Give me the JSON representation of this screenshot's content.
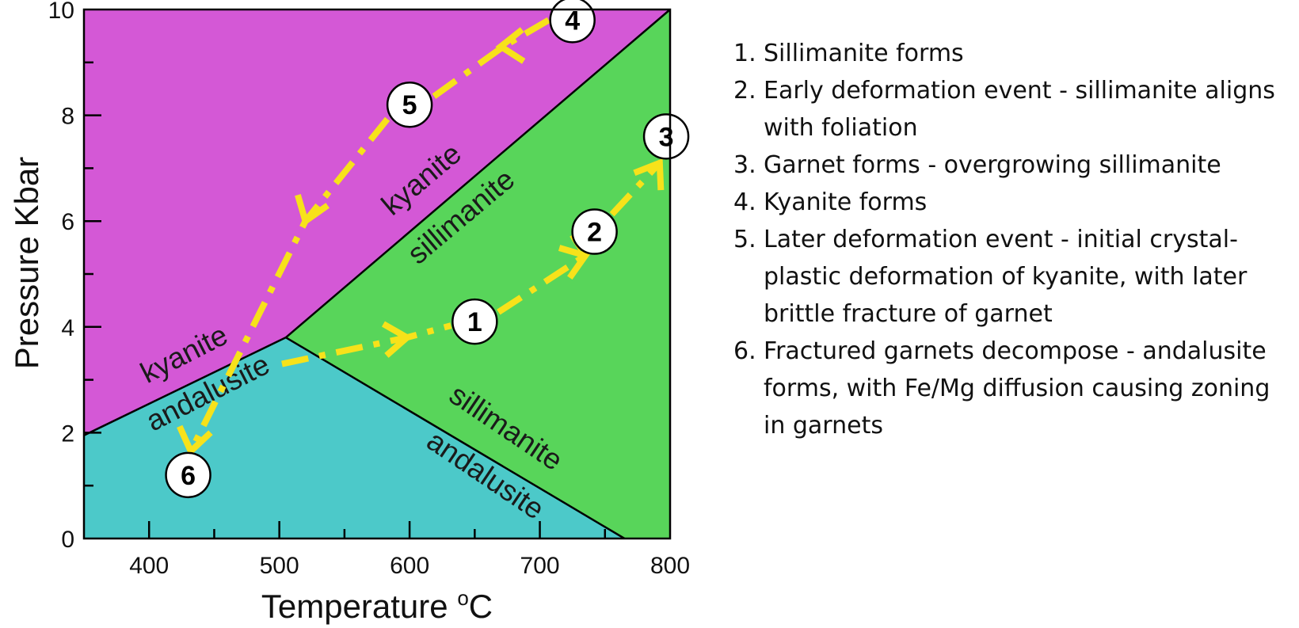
{
  "chart_data": {
    "type": "phase-diagram",
    "xlabel_text": "Temperature ",
    "xlabel_unit": "oC",
    "ylabel": "Pressure Kbar",
    "xlim": [
      350,
      800
    ],
    "ylim": [
      0,
      10
    ],
    "x_ticks": [
      "400",
      "500",
      "600",
      "700",
      "800"
    ],
    "y_ticks": [
      "0",
      "2",
      "4",
      "6",
      "8",
      "10"
    ],
    "triple_point": {
      "temperature": 505,
      "pressure": 3.8
    },
    "boundaries": [
      {
        "name": "kyanite-andalusite",
        "points": [
          [
            350,
            1.95
          ],
          [
            505,
            3.8
          ]
        ],
        "labels": [
          "kyanite",
          "andalusite"
        ]
      },
      {
        "name": "kyanite-sillimanite",
        "points": [
          [
            505,
            3.8
          ],
          [
            800,
            10
          ]
        ],
        "labels": [
          "kyanite",
          "sillimanite"
        ]
      },
      {
        "name": "andalusite-sillimanite",
        "points": [
          [
            505,
            3.8
          ],
          [
            765,
            0
          ]
        ],
        "labels": [
          "sillimanite",
          "andalusite"
        ]
      }
    ],
    "fields": [
      {
        "name": "kyanite",
        "color": "#d458d6"
      },
      {
        "name": "sillimanite",
        "color": "#58d55a"
      },
      {
        "name": "andalusite",
        "color": "#4cc9c9"
      }
    ],
    "path_color": "#f7e21a",
    "path": [
      {
        "label": "1",
        "temperature": 650,
        "pressure": 4.1
      },
      {
        "label": "2",
        "temperature": 742,
        "pressure": 5.8
      },
      {
        "label": "3",
        "temperature": 797,
        "pressure": 7.6
      },
      {
        "label": "4",
        "temperature": 725,
        "pressure": 9.8
      },
      {
        "label": "5",
        "temperature": 600,
        "pressure": 8.2
      },
      {
        "label": "6",
        "temperature": 430,
        "pressure": 1.2
      }
    ]
  },
  "legend": [
    {
      "num": "1.",
      "text": "Sillimanite forms"
    },
    {
      "num": "2.",
      "text": "Early deformation event - sillimanite aligns with foliation"
    },
    {
      "num": "3.",
      "text": "Garnet forms - overgrowing sillimanite"
    },
    {
      "num": "4.",
      "text": "Kyanite forms"
    },
    {
      "num": "5.",
      "text": "Later deformation event - initial crystal-plastic deformation of kyanite, with later brittle fracture of garnet"
    },
    {
      "num": "6.",
      "text": "Fractured garnets decompose - andalusite forms, with Fe/Mg diffusion causing zoning in garnets"
    }
  ]
}
